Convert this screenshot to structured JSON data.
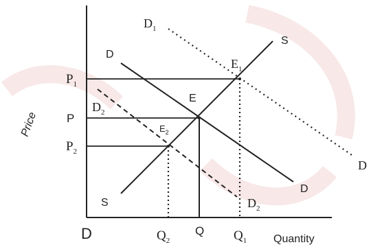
{
  "diagram": {
    "colors": {
      "ink": "#222222",
      "watermark": "#f4d9d9"
    },
    "axes": {
      "y_label": "Price",
      "x_label": "Quantity",
      "origin_label": "D"
    },
    "price_labels": {
      "p1": "P",
      "p1_sub": "1",
      "p": "P",
      "p2": "P",
      "p2_sub": "2"
    },
    "quantity_labels": {
      "q2": "Q",
      "q2_sub": "2",
      "q": "Q",
      "q1": "Q",
      "q1_sub": "1"
    },
    "curves": {
      "supply_top": "S",
      "supply_bottom": "S",
      "demand_top": "D",
      "demand_bottom": "D",
      "d1_top": "D",
      "d1_top_sub": "1",
      "d1_right": "D",
      "d2_top": "D",
      "d2_top_sub": "2",
      "d2_bottom": "D",
      "d2_bottom_sub": "2"
    },
    "points": {
      "e": "E",
      "e1": "E",
      "e1_sub": "1",
      "e2": "E",
      "e2_sub": "2"
    }
  }
}
